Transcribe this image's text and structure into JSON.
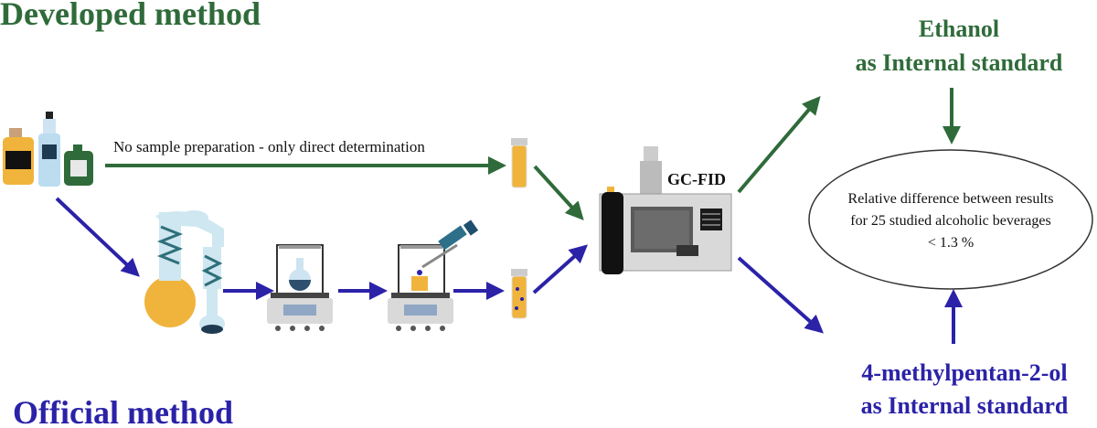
{
  "titles": {
    "developed": "Developed method",
    "official": "Official method"
  },
  "labels": {
    "no_prep": "No sample preparation - only direct determination",
    "instrument": "GC-FID",
    "ethanol_line1": "Ethanol",
    "ethanol_line2": "as Internal standard",
    "mp_line1": "4-methylpentan-2-ol",
    "mp_line2": "as Internal standard"
  },
  "result": {
    "line1": "Relative difference between results",
    "line2": "for 25 studied alcoholic beverages",
    "line3": "< 1.3 %"
  },
  "colors": {
    "developed": "#2f6b3a",
    "official": "#2b22a8",
    "sample": "#f0b43c"
  }
}
